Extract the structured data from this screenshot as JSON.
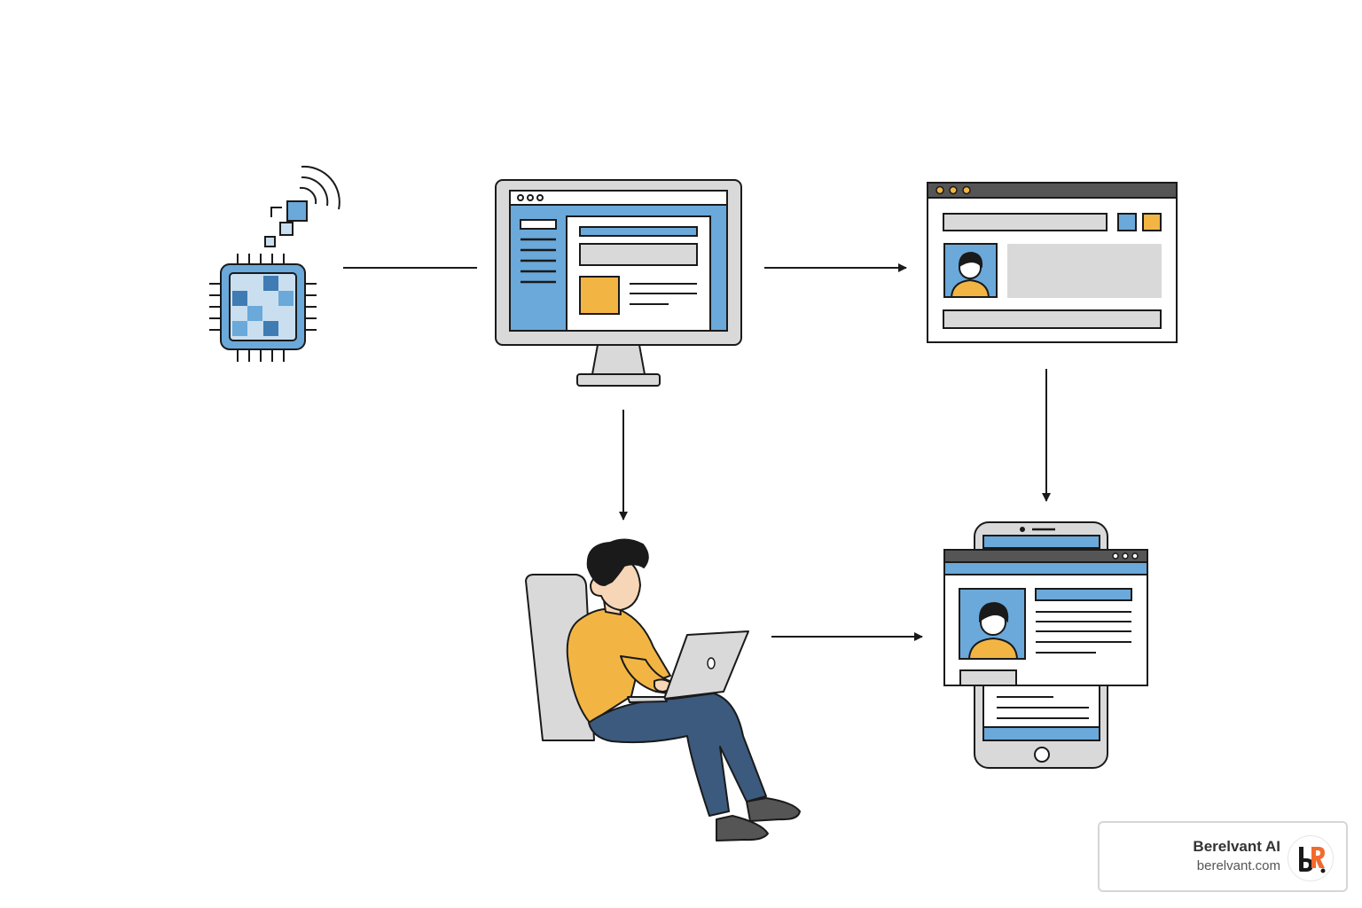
{
  "brand": {
    "name": "Berelvant AI",
    "url": "berelvant.com",
    "logo_icon": "berelvant-br-logo-icon"
  },
  "colors": {
    "stroke": "#1a1a1a",
    "blue": "#6aa9da",
    "light_blue": "#c9dff0",
    "dark_blue": "#3f7cb3",
    "orange": "#f2b544",
    "gray": "#d9d9d9",
    "dark_gray": "#555555",
    "denim": "#3b5a7e",
    "logo_orange": "#f26a2e"
  },
  "nodes": [
    {
      "id": "chip",
      "icon": "wireless-chip-icon"
    },
    {
      "id": "desktop",
      "icon": "desktop-monitor-icon"
    },
    {
      "id": "browser",
      "icon": "browser-window-profile-icon"
    },
    {
      "id": "person",
      "icon": "person-laptop-icon"
    },
    {
      "id": "mobile",
      "icon": "mobile-responsive-profile-icon"
    }
  ],
  "edges": [
    {
      "from": "chip",
      "to": "desktop",
      "arrow": false
    },
    {
      "from": "desktop",
      "to": "browser",
      "arrow": true
    },
    {
      "from": "desktop",
      "to": "person",
      "arrow": true
    },
    {
      "from": "browser",
      "to": "mobile",
      "arrow": true
    },
    {
      "from": "person",
      "to": "mobile",
      "arrow": true
    }
  ]
}
